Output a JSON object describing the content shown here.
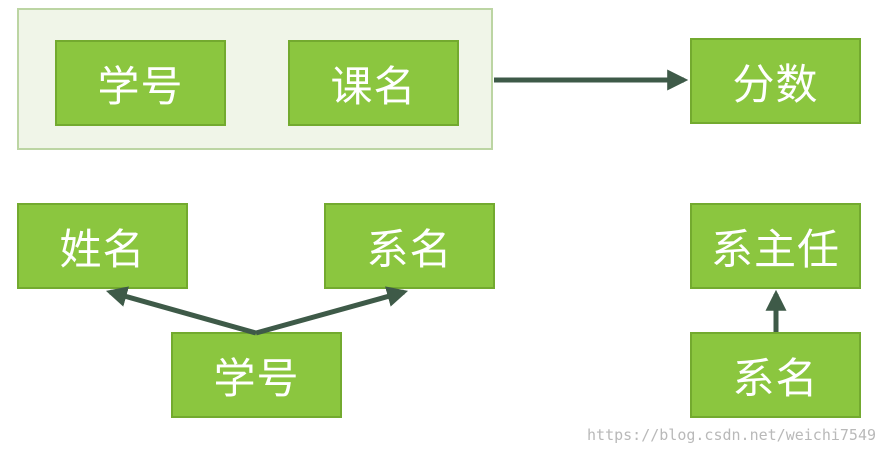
{
  "diagram": {
    "fd1": {
      "determinant": [
        "学号",
        "课名"
      ],
      "dependent": "分数"
    },
    "fd2": {
      "determinant": "学号",
      "dependents": [
        "姓名",
        "系名"
      ]
    },
    "fd3": {
      "determinant": "系名",
      "dependent": "系主任"
    }
  },
  "watermark": "https://blog.csdn.net/weichi7549",
  "colors": {
    "node_fill": "#8bc63f",
    "node_border": "#73aa2f",
    "group_fill": "#f0f5e8",
    "group_border": "#bcd5a3",
    "arrow": "#3e5a48",
    "text": "#ffffff"
  }
}
